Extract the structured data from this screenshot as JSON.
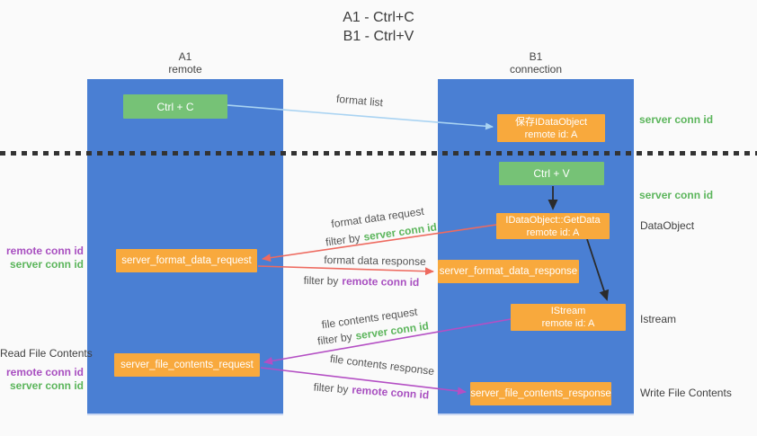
{
  "title": {
    "line1": "A1 - Ctrl+C",
    "line2": "B1 - Ctrl+V"
  },
  "columns": {
    "left": {
      "name": "A1",
      "subtitle": "remote"
    },
    "right": {
      "name": "B1",
      "subtitle": "connection"
    }
  },
  "nodes": {
    "ctrl_c": {
      "label": "Ctrl + C"
    },
    "ctrl_v": {
      "label": "Ctrl + V"
    },
    "save_dataobject": {
      "line1": "保存IDataObject",
      "line2": "remote id: A"
    },
    "getdata": {
      "line1": "IDataObject::GetData",
      "line2": "remote id: A"
    },
    "format_request": {
      "label": "server_format_data_request"
    },
    "format_response": {
      "label": "server_format_data_response"
    },
    "istream": {
      "line1": "IStream",
      "line2": "remote id: A"
    },
    "file_request": {
      "label": "server_file_contents_request"
    },
    "file_response": {
      "label": "server_file_contents_response"
    }
  },
  "arrows": {
    "format_list": {
      "label": "format list"
    },
    "format_data_request": {
      "label": "format data request",
      "filter_prefix": "filter by",
      "filter_key": "server conn id"
    },
    "format_data_response": {
      "label": "format data response",
      "filter_prefix": "filter by",
      "filter_key": "remote conn id"
    },
    "file_contents_request": {
      "label": "file contents request",
      "filter_prefix": "filter by",
      "filter_key": "server conn id"
    },
    "file_contents_response": {
      "label": "file contents response",
      "filter_prefix": "filter by",
      "filter_key": "remote conn id"
    }
  },
  "side_labels": {
    "right_server_conn_top": "server conn id",
    "right_server_conn_mid": "server conn id",
    "dataobject": "DataObject",
    "istream": "Istream",
    "write_file": "Write File Contents",
    "left_remote_conn_top": "remote conn id",
    "left_server_conn_top": "server conn id",
    "read_file": "Read File Contents",
    "left_remote_conn_bottom": "remote conn id",
    "left_server_conn_bottom": "server conn id"
  },
  "colors": {
    "column_blue": "#4a7fd3",
    "node_green": "#76c276",
    "node_orange": "#f8a93d",
    "text_green": "#5bb55b",
    "text_purple": "#a84fc0",
    "arrow_red": "#ee6a5f",
    "arrow_purple": "#b44fc4",
    "arrow_blue": "#a9d3f2",
    "arrow_black": "#2b2b2b"
  }
}
